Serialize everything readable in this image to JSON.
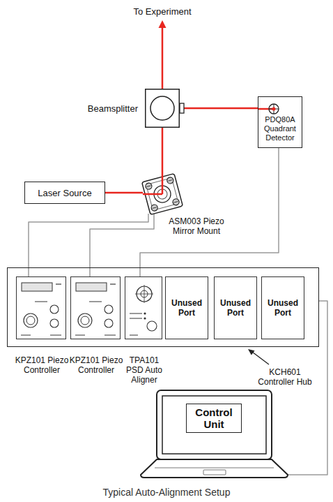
{
  "diagram": {
    "caption": "Typical Auto-Alignment Setup",
    "nodes": [
      {
        "text": [
          "Beamsplitter"
        ]
      },
      {
        "text": [
          "PDQ80A Quadrant Detector"
        ]
      },
      {
        "text": [
          "Laser Source"
        ]
      },
      {
        "text": [
          "ASM003 Piezo Mirror Mount"
        ]
      },
      {
        "text": [
          "KCH601 Controller Hub"
        ]
      },
      {
        "text": [
          "KPZ101 Piezo Controller"
        ],
        "in": 4
      },
      {
        "text": [
          "KPZ101 Piezo Controller"
        ],
        "in": 4
      },
      {
        "text": [
          "TPA101 PSD Auto Aligner"
        ],
        "in": 4
      },
      {
        "text": [
          "Unused Port"
        ],
        "in": 4
      },
      {
        "text": [
          "Unused Port"
        ],
        "in": 4
      },
      {
        "text": [
          "Unused Port"
        ],
        "in": 4
      },
      {
        "text": [
          "Control Unit"
        ]
      }
    ],
    "edges": [
      {
        "from": 2,
        "to": 3,
        "arrow": "none"
      },
      {
        "from": 3,
        "to": 0,
        "arrow": "none"
      },
      {
        "from": 0,
        "to": 1,
        "arrow": "none"
      },
      {
        "from": 3,
        "to": 5,
        "arrow": "none"
      },
      {
        "from": 3,
        "to": 6,
        "arrow": "none"
      },
      {
        "from": 1,
        "to": 7,
        "arrow": "none"
      },
      {
        "from": 4,
        "to": 11,
        "arrow": "none"
      }
    ],
    "labels": [
      "To Experiment"
    ]
  }
}
